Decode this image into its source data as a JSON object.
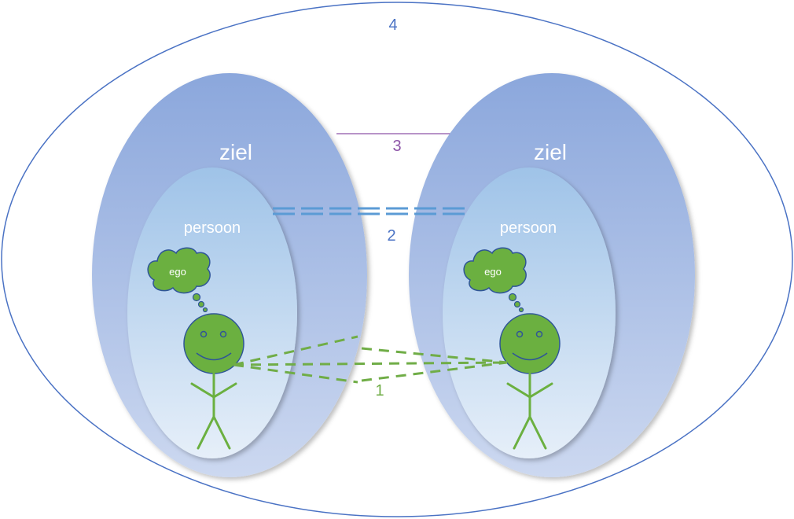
{
  "labels": {
    "outer_number": "4",
    "purple_number": "3",
    "blue_number": "2",
    "green_number": "1",
    "left_soul": "ziel",
    "right_soul": "ziel",
    "left_person": "persoon",
    "right_person": "persoon",
    "left_ego": "ego",
    "right_ego": "ego"
  },
  "colors": {
    "outer_outline": "#4a72c4",
    "soul_top": "#8ba7dc",
    "soul_bottom": "#ccd8f0",
    "person_top": "#9fc3e8",
    "person_bottom": "#e6eff9",
    "figure_green": "#6bb040",
    "figure_outline": "#2f5597",
    "purple_line": "#8e55a8",
    "blue_line": "#5b9bd5",
    "green_line": "#70ad47",
    "white_text": "#ffffff"
  }
}
